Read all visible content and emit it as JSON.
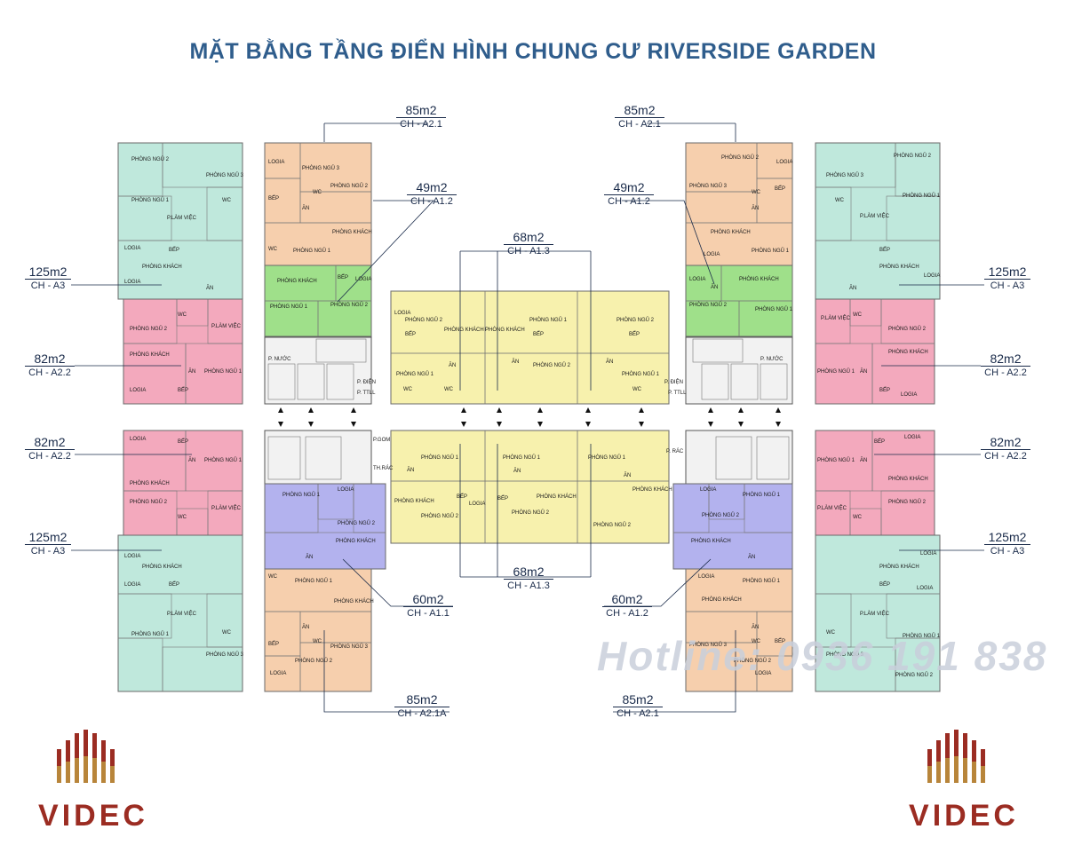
{
  "title": "MẶT BẰNG TẦNG ĐIỂN HÌNH CHUNG CƯ RIVERSIDE GARDEN",
  "hotline": "Hotline: 0936 191 838",
  "brand": "VIDEC",
  "colors": {
    "title": "#2f5d8c",
    "teal": "#bfe8dc",
    "pink": "#f3a9bd",
    "orange": "#f6cfad",
    "green": "#9fe08a",
    "yellow": "#f7f1ad",
    "purple": "#b3b2ee",
    "brand_red": "#9b2c22",
    "brand_gold": "#b8853a"
  },
  "unit_labels": {
    "tl_85": {
      "area": "85m2",
      "code": "CH - A2.1"
    },
    "tr_85": {
      "area": "85m2",
      "code": "CH - A2.1"
    },
    "tl_49": {
      "area": "49m2",
      "code": "CH - A1.2"
    },
    "tr_49": {
      "area": "49m2",
      "code": "CH - A1.2"
    },
    "top_68": {
      "area": "68m2",
      "code": "CH - A1.3"
    },
    "bot_68": {
      "area": "68m2",
      "code": "CH - A1.3"
    },
    "l_125a": {
      "area": "125m2",
      "code": "CH - A3"
    },
    "r_125a": {
      "area": "125m2",
      "code": "CH - A3"
    },
    "l_82a": {
      "area": "82m2",
      "code": "CH - A2.2"
    },
    "r_82a": {
      "area": "82m2",
      "code": "CH - A2.2"
    },
    "l_82b": {
      "area": "82m2",
      "code": "CH - A2.2"
    },
    "r_82b": {
      "area": "82m2",
      "code": "CH - A2.2"
    },
    "l_125b": {
      "area": "125m2",
      "code": "CH - A3"
    },
    "r_125b": {
      "area": "125m2",
      "code": "CH - A3"
    },
    "bl_60": {
      "area": "60m2",
      "code": "CH - A1.1"
    },
    "br_60": {
      "area": "60m2",
      "code": "CH - A1.2"
    },
    "bl_85": {
      "area": "85m2",
      "code": "CH - A2.1A"
    },
    "br_85": {
      "area": "85m2",
      "code": "CH - A2.1"
    }
  },
  "rooms": {
    "pn1": "PHÒNG NGỦ 1",
    "pn2": "PHÒNG NGỦ 2",
    "pn3": "PHÒNG NGỦ 3",
    "pk": "PHÒNG KHÁCH",
    "plv": "P.LÀM VIỆC",
    "bep": "BẾP",
    "an": "ĂN",
    "wc": "WC",
    "logia": "LOGIA",
    "pnuoc": "P. NƯỚC",
    "pdien": "P. ĐIỆN",
    "ptt": "P. TTLL",
    "prac": "P. RÁC",
    "pgom": "P.GOM",
    "thrac": "TH.RÁC"
  }
}
